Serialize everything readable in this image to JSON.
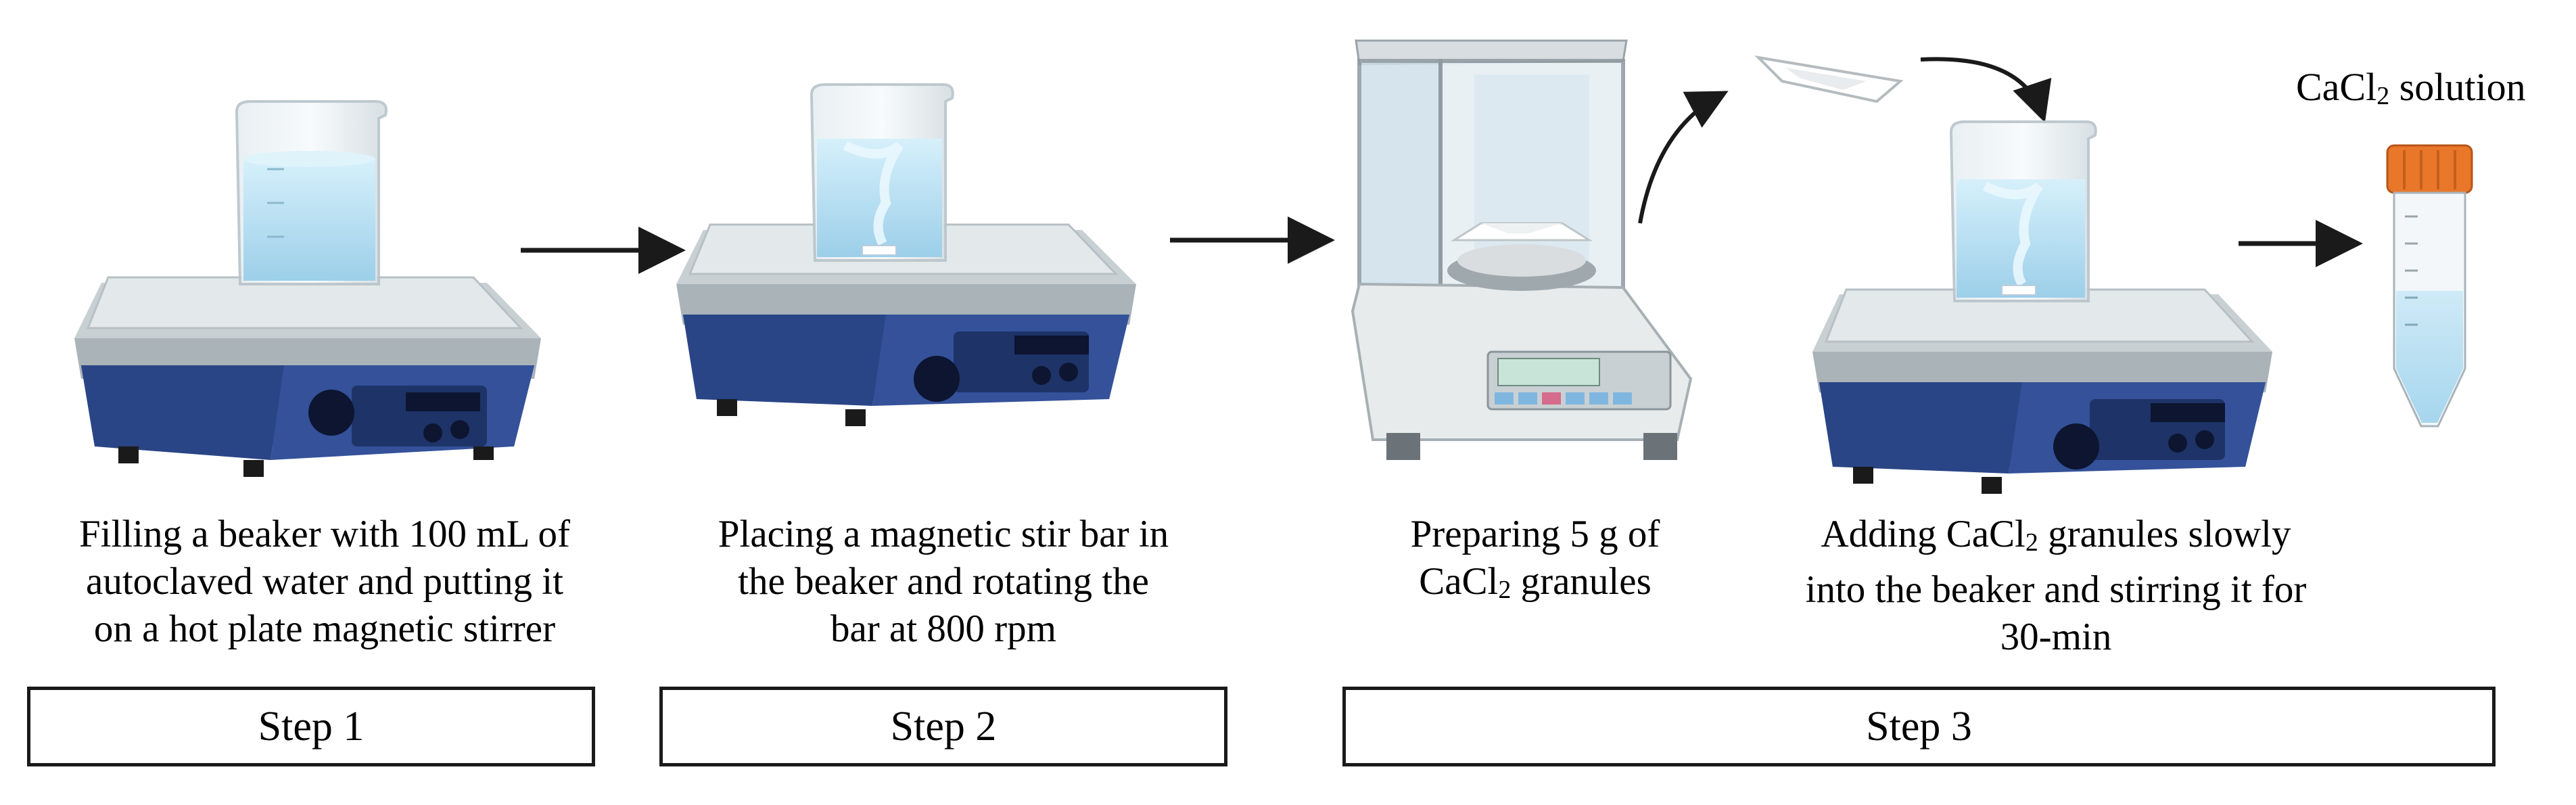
{
  "steps": [
    {
      "label": "Step 1"
    },
    {
      "label": "Step 2"
    },
    {
      "label": "Step 3"
    }
  ],
  "captions": {
    "c1": [
      "Filling a beaker with 100 mL of",
      "autoclaved water and putting it",
      "on a hot plate magnetic stirrer"
    ],
    "c2": [
      "Placing a magnetic stir bar in",
      "the beaker and rotating the",
      "bar at 800 rpm"
    ],
    "c3_line1": "Preparing 5 g of",
    "c3_line2_pre": "CaCl",
    "c3_line2_sub": "2",
    "c3_line2_post": " granules",
    "c4_line1_pre": "Adding CaCl",
    "c4_line1_sub": "2",
    "c4_line1_post": " granules slowly",
    "c4_line2": "into the beaker and stirring it for",
    "c4_line3": "30-min"
  },
  "solution_label": {
    "pre": "CaCl",
    "sub": "2",
    "post": " solution"
  },
  "colors": {
    "stirrer_body": "#2f4a8c",
    "stirrer_dark": "#1f3266",
    "plate_top": "#d8dde0",
    "water": "#bfe2f3",
    "cap": "#e8772a",
    "arrow": "#1a1a1a"
  }
}
